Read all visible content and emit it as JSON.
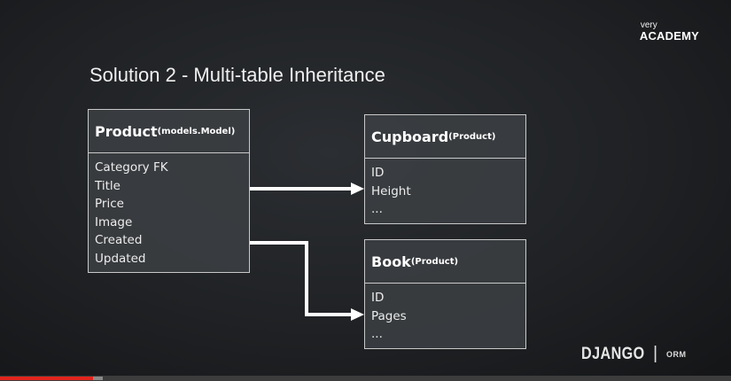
{
  "brand": {
    "very": "very",
    "academy": "ACADEMY"
  },
  "title": "Solution 2 - Multi-table Inheritance",
  "models": {
    "product": {
      "name": "Product",
      "parent": "(models.Model)",
      "fields": [
        "Category FK",
        "Title",
        "Price",
        "Image",
        "Created",
        "Updated"
      ]
    },
    "cupboard": {
      "name": "Cupboard",
      "parent": "(Product)",
      "fields": [
        "ID",
        "Height",
        "..."
      ]
    },
    "book": {
      "name": "Book",
      "parent": "(Product)",
      "fields": [
        "ID",
        "Pages",
        "..."
      ]
    }
  },
  "footer": {
    "django": "DJANGO",
    "separator": "|",
    "orm": "ORM"
  },
  "video_progress": {
    "played_fraction": 0.127,
    "buffered_fraction": 0.14
  },
  "colors": {
    "arrow": "#ffffff",
    "progress_played": "#e1241c",
    "box_border": "#c9c9c9"
  }
}
